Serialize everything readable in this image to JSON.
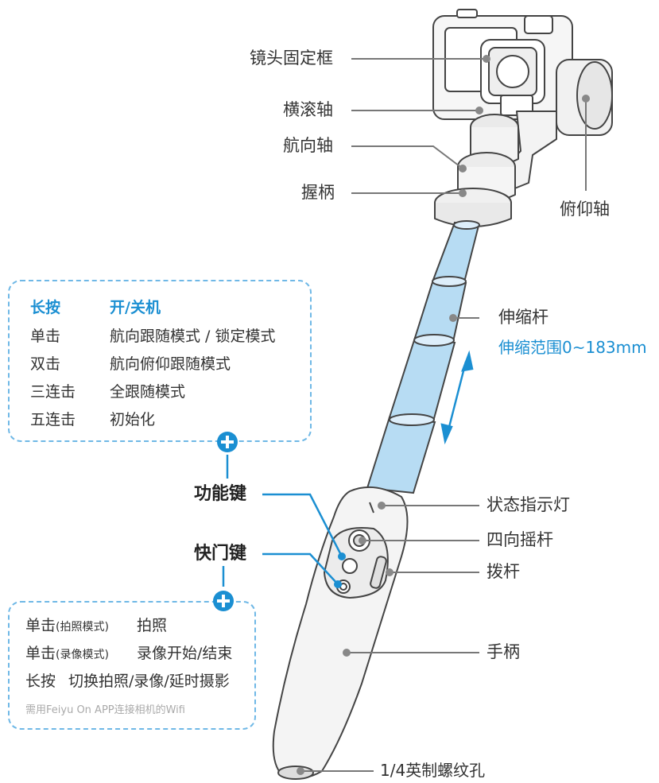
{
  "colors": {
    "accent": "#1b8fd2",
    "pole": "#b7dcf3",
    "line": "#777777"
  },
  "callouts": {
    "lens_frame": "镜头固定框",
    "roll_axis": "横滚轴",
    "yaw_axis": "航向轴",
    "grip": "握柄",
    "tilt_axis": "俯仰轴",
    "extension_rod": "伸缩杆",
    "extension_range": "伸缩范围0~183mm",
    "function_key": "功能键",
    "shutter_key": "快门键",
    "status_light": "状态指示灯",
    "joystick": "四向摇杆",
    "toggle": "拨杆",
    "handle": "手柄",
    "screw_hole": "1/4英制螺纹孔"
  },
  "function_panel": {
    "icon": "plus-icon",
    "rows": [
      {
        "action": "长按",
        "result": "开/关机"
      },
      {
        "action": "单击",
        "result": "航向跟随模式 / 锁定模式"
      },
      {
        "action": "双击",
        "result": "航向俯仰跟随模式"
      },
      {
        "action": "三连击",
        "result": "全跟随模式"
      },
      {
        "action": "五连击",
        "result": "初始化"
      }
    ]
  },
  "shutter_panel": {
    "icon": "plus-icon",
    "rows": [
      {
        "action": "单击",
        "mode": "(拍照模式)",
        "result": "拍照"
      },
      {
        "action": "单击",
        "mode": "(录像模式)",
        "result": "录像开始/结束"
      },
      {
        "action": "长按",
        "mode": "",
        "result": "切换拍照/录像/延时摄影"
      }
    ],
    "note": "需用Feiyu On APP连接相机的Wifi"
  }
}
